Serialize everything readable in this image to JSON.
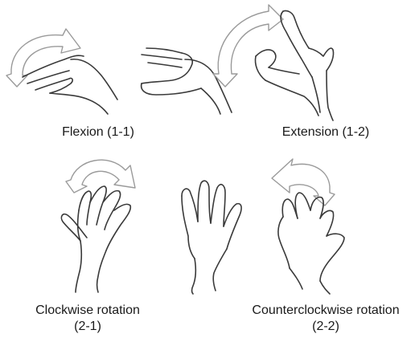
{
  "captions": {
    "flexion": "Flexion (1-1)",
    "extension": "Extension (1-2)",
    "clockwise_line1": "Clockwise rotation",
    "clockwise_line2": "(2-1)",
    "counterclockwise_line1": "Counterclockwise rotation",
    "counterclockwise_line2": "(2-2)"
  },
  "icons": {
    "flexion": "flexed-hand-with-curved-arrow-icon",
    "flexion_alt": "flexed-hand-icon",
    "extension_alt": "neutral-hand-icon",
    "extension": "extended-hand-with-curved-arrow-icon",
    "clockwise": "hand-with-clockwise-arrow-icon",
    "neutral": "open-hand-icon",
    "counterclockwise": "hand-with-counterclockwise-arrow-icon"
  },
  "colors": {
    "line": "#3a3a3a",
    "arrow_outline": "#9a9a9a",
    "text": "#1a1a1a",
    "background": "#ffffff"
  }
}
